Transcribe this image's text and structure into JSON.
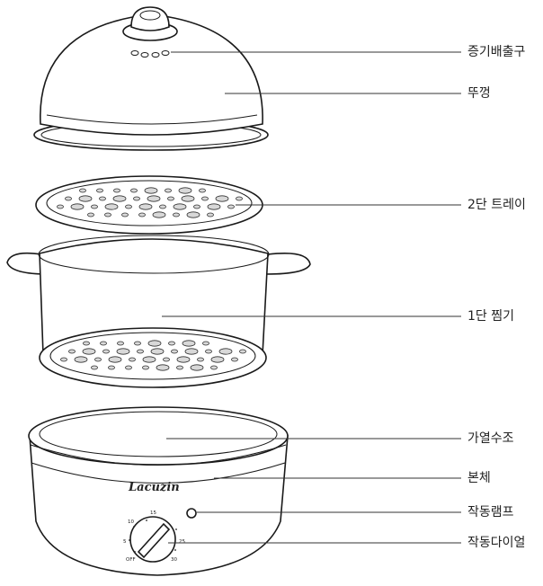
{
  "labels": {
    "steam_vent": "증기배출구",
    "lid": "뚜껑",
    "tray_2": "2단 트레이",
    "steamer_1": "1단 찜기",
    "heating_tank": "가열수조",
    "body": "본체",
    "lamp": "작동램프",
    "dial": "작동다이얼"
  },
  "brand": "Lacuzin",
  "dial_ticks": [
    "15",
    "10",
    "5",
    "OFF",
    "25",
    "30"
  ]
}
